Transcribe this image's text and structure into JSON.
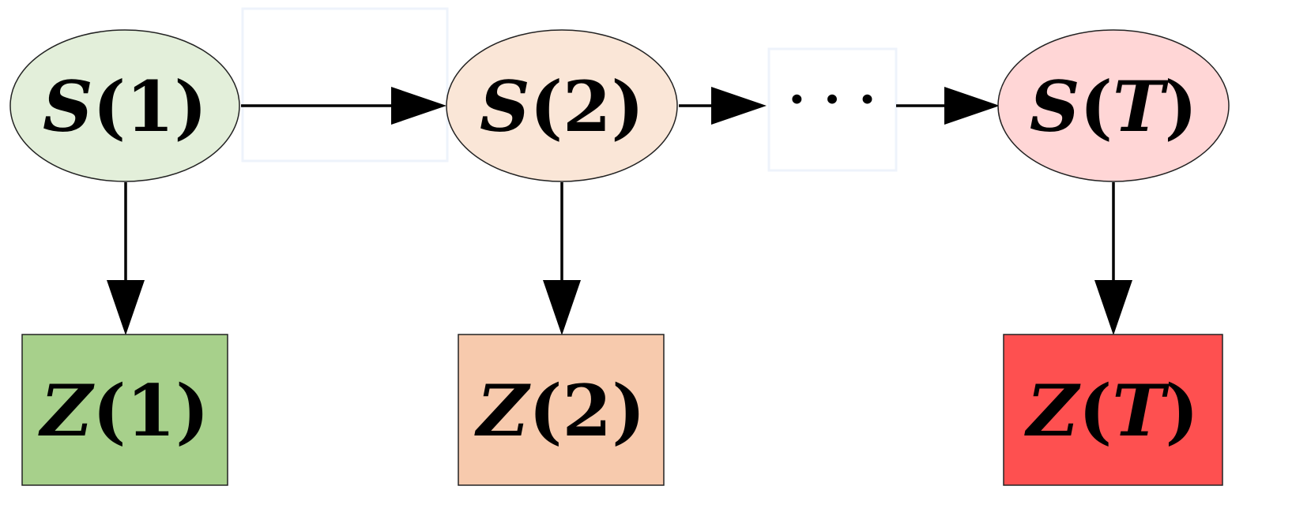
{
  "states": [
    {
      "label_main": "S",
      "label_arg": "1",
      "fill": "#e3efda"
    },
    {
      "label_main": "S",
      "label_arg": "2",
      "fill": "#fae6d7"
    },
    {
      "label_main": "S",
      "label_arg": "T",
      "fill": "#ffd6d6"
    }
  ],
  "observations": [
    {
      "label_main": "Z",
      "label_arg": "1",
      "fill": "#a7d08b"
    },
    {
      "label_main": "Z",
      "label_arg": "2",
      "fill": "#f7caad"
    },
    {
      "label_main": "Z",
      "label_arg": "T",
      "fill": "#fe5050"
    }
  ],
  "ellipsis": "· · ·",
  "colors": {
    "edge": "#000000",
    "node_outline": "#222222"
  }
}
